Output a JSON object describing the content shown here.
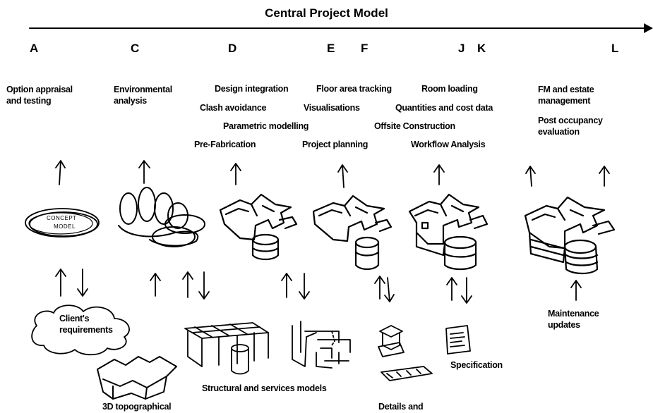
{
  "title": "Central Project Model",
  "stages": [
    "A",
    "C",
    "D",
    "E",
    "F",
    "J",
    "K",
    "L"
  ],
  "outputs": {
    "a": "Option appraisal\nand testing",
    "c": "Environmental\nanalysis",
    "design_integration": "Design integration",
    "floor_area": "Floor area tracking",
    "room_loading": "Room loading",
    "fm_estate": "FM and estate\nmanagement",
    "clash": "Clash avoidance",
    "visualisations": "Visualisations",
    "quantities": "Quantities and cost data",
    "post_occupancy": "Post occupancy\nevaluation",
    "parametric": "Parametric modelling",
    "offsite": "Offsite Construction",
    "prefab": "Pre-Fabrication",
    "planning": "Project planning",
    "workflow": "Workflow Analysis"
  },
  "inputs": {
    "clients": "Client's\nrequirements",
    "topo": "3D topographical",
    "structural": "Structural and services models",
    "details": "Details and",
    "specification": "Specification",
    "maintenance": "Maintenance\nupdates"
  },
  "sketch_labels": {
    "concept_1": "CONCEPT",
    "concept_2": "MODEL"
  }
}
